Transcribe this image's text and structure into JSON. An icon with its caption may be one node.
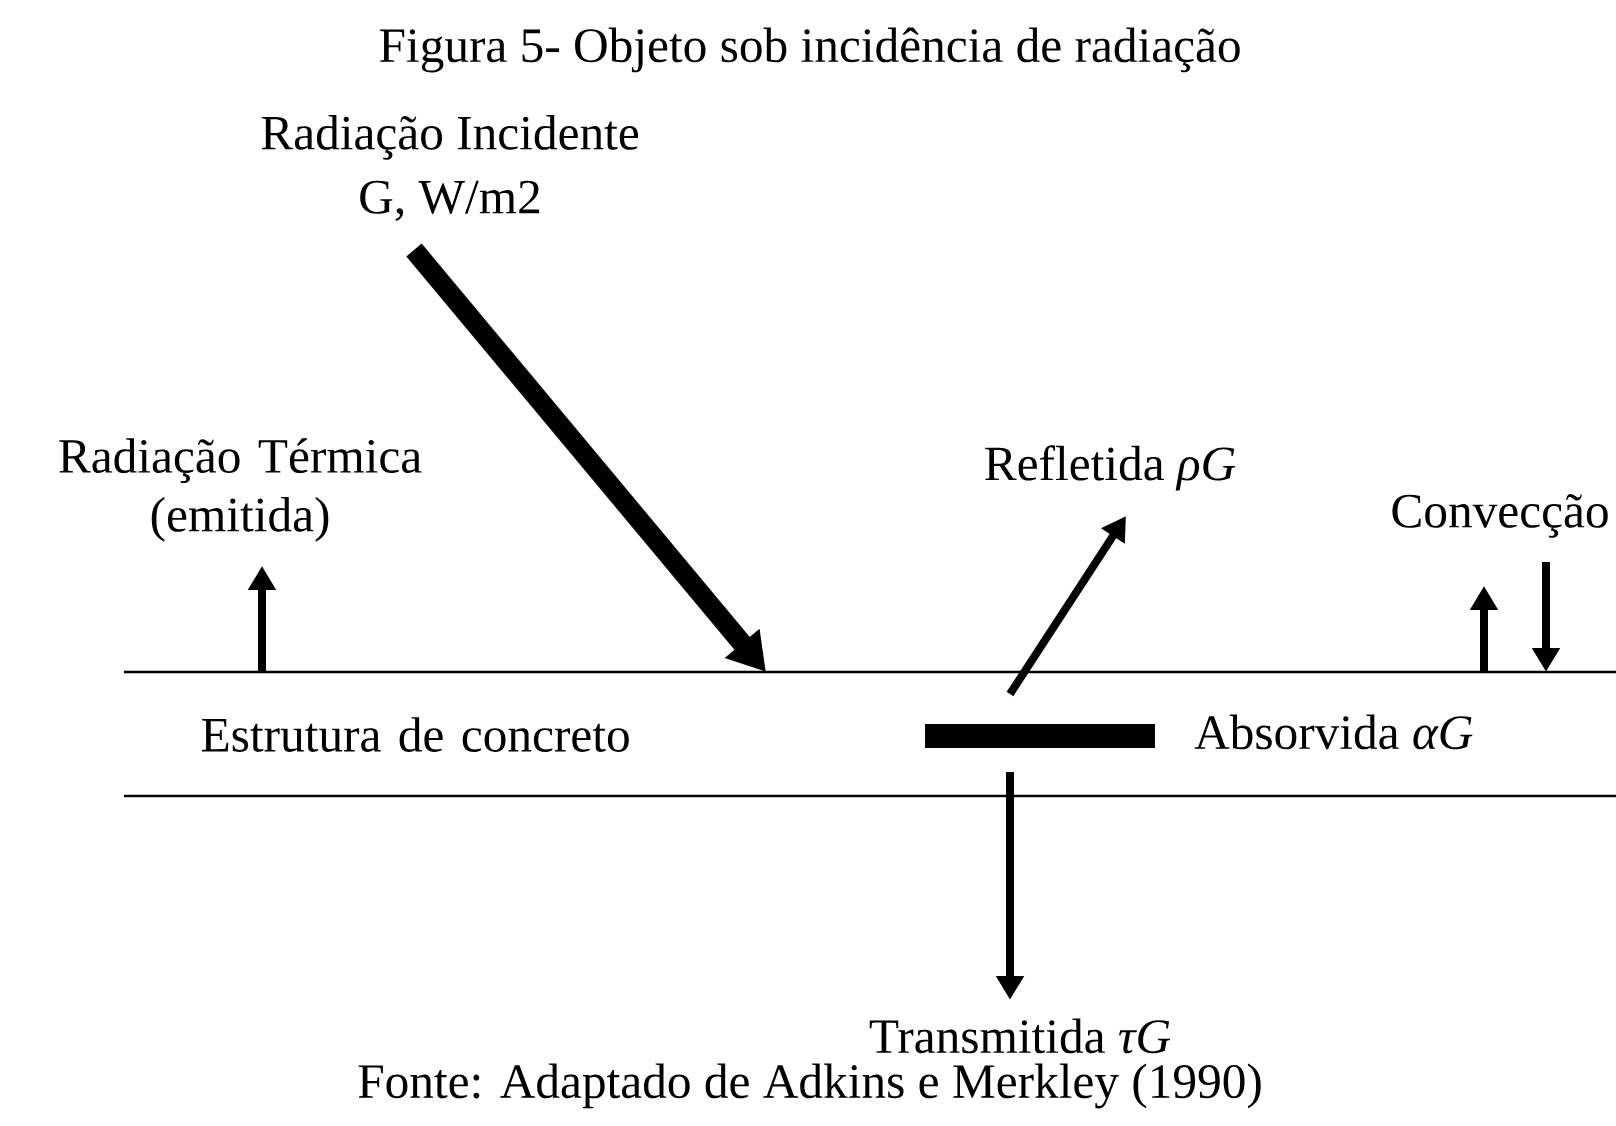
{
  "diagram": {
    "title": "Figura 5- Objeto sob incidência de radiação",
    "caption": "Fonte: Adaptado de Adkins e Merkley (1990)",
    "nodes": [
      {
        "text": [
          "Radiação Incidente",
          "G, W/m2"
        ]
      },
      {
        "text": [
          "Estrutura de concreto"
        ]
      },
      {
        "text": [
          "Radiação Térmica (emitida)"
        ]
      },
      {
        "text": [],
        "shape": "bar",
        "in": 1,
        "beside": [
          "Absorvida *αG*"
        ]
      },
      {
        "text": [
          "Refletida *ρG*"
        ]
      },
      {
        "text": [
          "Transmitida *τG*"
        ]
      },
      {
        "text": [
          "Convecção"
        ]
      }
    ],
    "edges": [
      {
        "from": 0,
        "to": 1,
        "arrow": "to",
        "style": "thick"
      },
      {
        "from": 1,
        "to": 2,
        "arrow": "to"
      },
      {
        "from": 3,
        "to": 4,
        "arrow": "to"
      },
      {
        "from": 3,
        "to": 5,
        "arrow": "to"
      },
      {
        "from": 1,
        "to": 6,
        "arrow": "to"
      },
      {
        "from": 6,
        "to": 1,
        "arrow": "to"
      }
    ]
  }
}
